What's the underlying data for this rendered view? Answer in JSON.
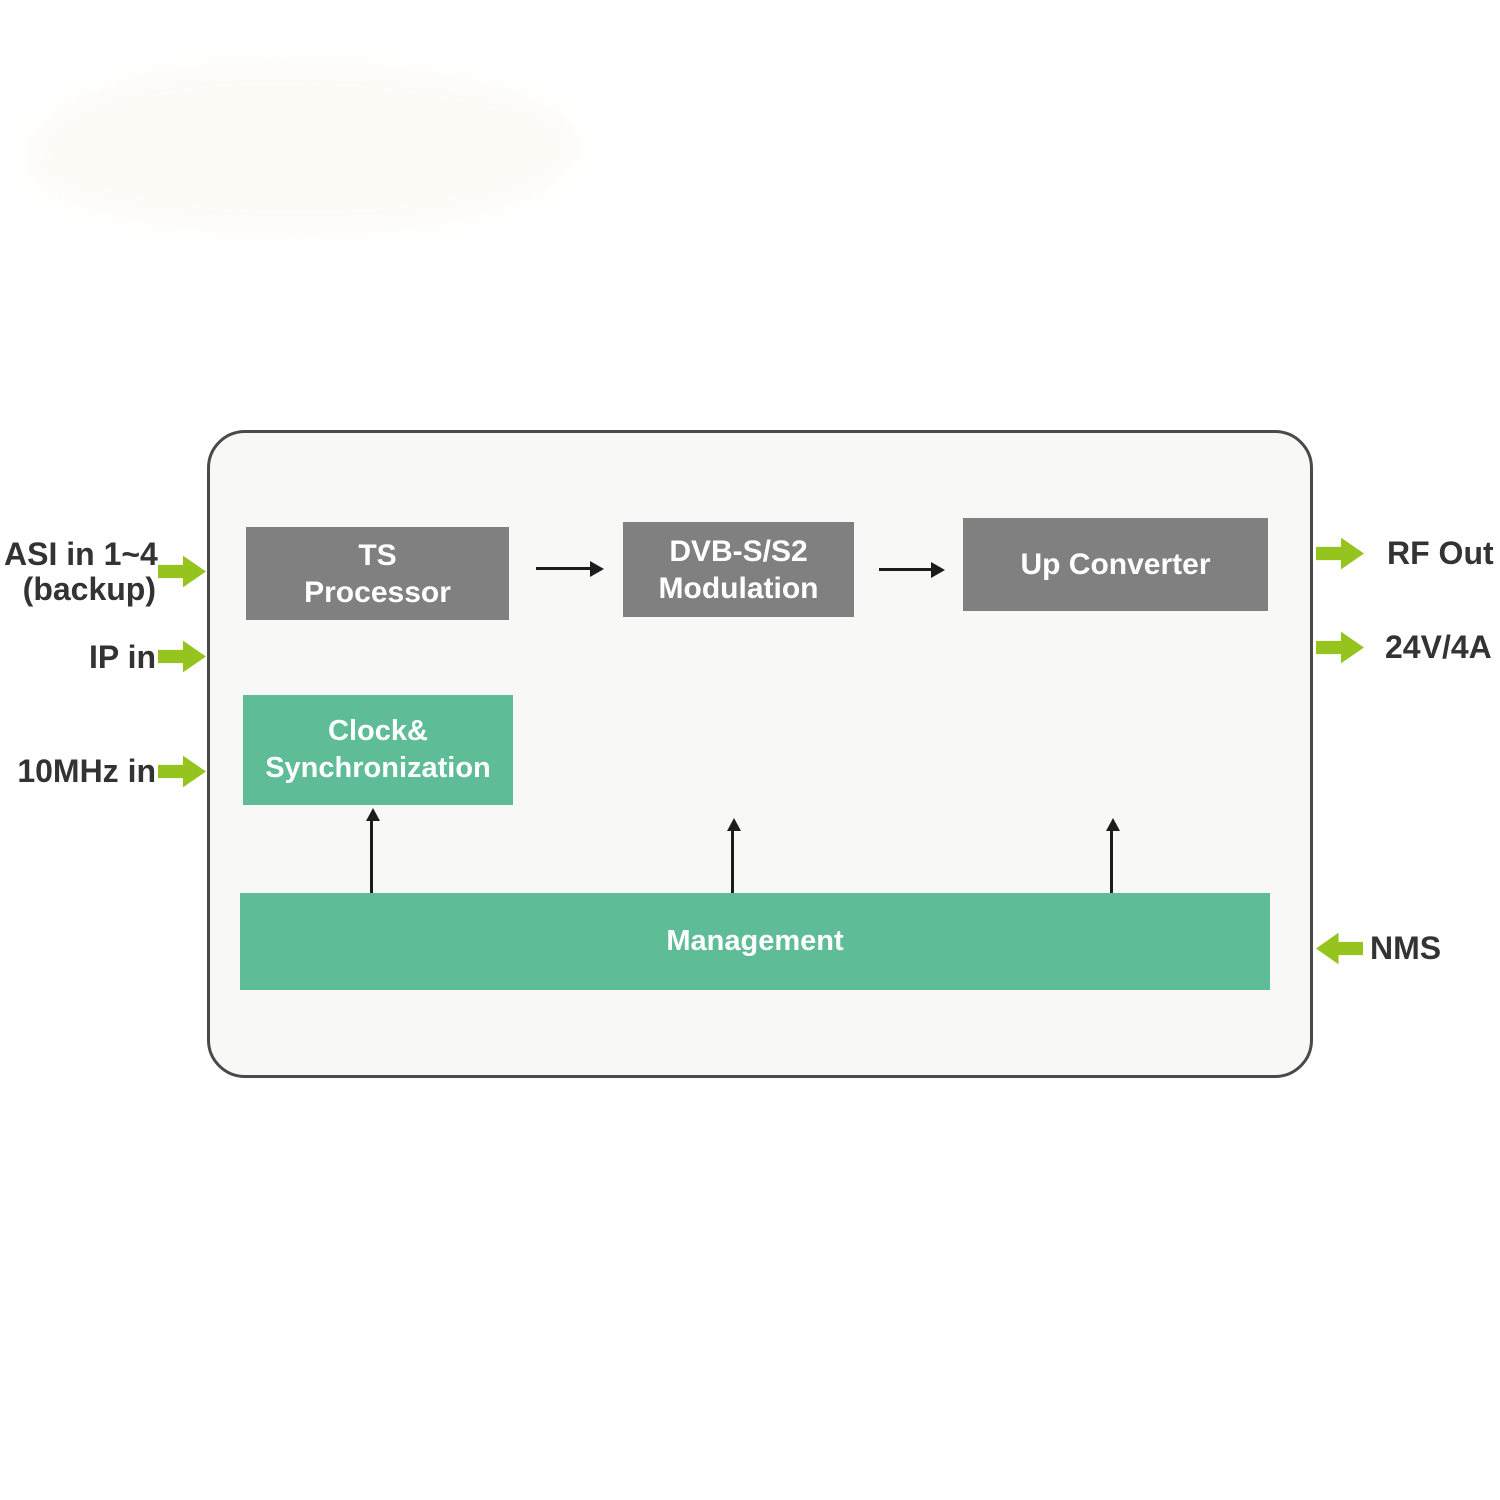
{
  "blocks": {
    "ts_processor": {
      "line1": "TS",
      "line2": "Processor"
    },
    "dvbs_modulation": {
      "line1": "DVB-S/S2",
      "line2": "Modulation"
    },
    "up_converter": {
      "label": "Up Converter"
    },
    "clock_sync": {
      "line1": "Clock&",
      "line2": "Synchronization"
    },
    "management": {
      "label": "Management"
    }
  },
  "ports": {
    "inputs": [
      {
        "line1": "ASI in 1~4",
        "line2": "(backup)"
      },
      {
        "line1": "IP in"
      },
      {
        "line1": "10MHz in"
      }
    ],
    "outputs": [
      {
        "label": "RF Out"
      },
      {
        "label": "24V/4A"
      }
    ],
    "nms": {
      "label": "NMS"
    }
  },
  "icons": {
    "input_arrow": "green-block-arrow-right",
    "output_arrow": "green-block-arrow-right",
    "nms_arrow": "green-block-arrow-left",
    "flow_arrow": "thin-black-arrow-right",
    "uplink_arrow": "thin-black-arrow-up"
  },
  "colors": {
    "block_gray": "#808080",
    "block_green": "#5EBC97",
    "arrow_green": "#96C41E",
    "connector_black": "#1c1c1c",
    "panel_border": "#4a4a4a",
    "panel_fill": "#f8f8f7",
    "label_text": "#333333"
  }
}
